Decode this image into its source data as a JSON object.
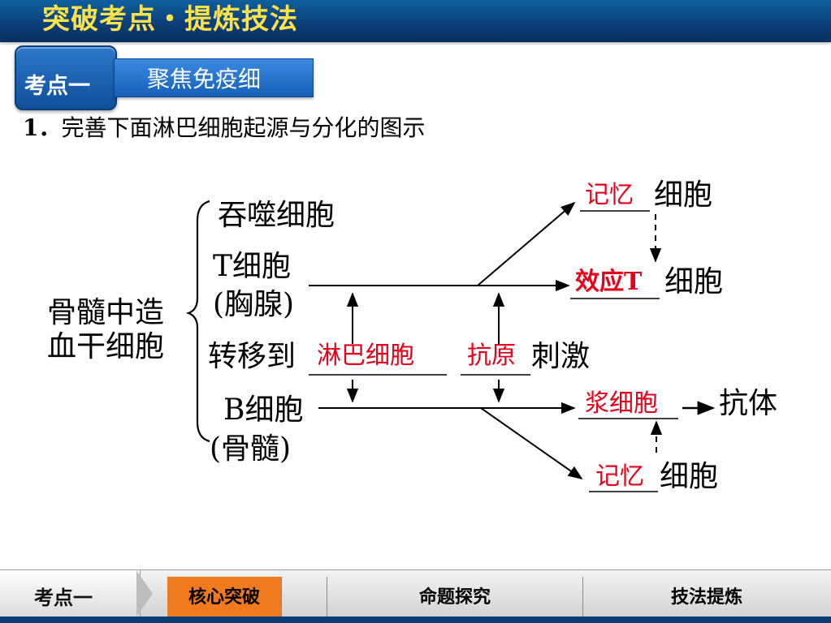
{
  "header": {
    "title": "突破考点・提炼技法"
  },
  "topic_tab": {
    "number": "考点一",
    "title": "聚焦免疫细"
  },
  "question": {
    "number": "1．",
    "text": "完善下面淋巴细胞起源与分化的图示"
  },
  "diagram": {
    "source": [
      "骨髓中造",
      "血干细胞"
    ],
    "phagocyte": "吞噬细胞",
    "t_cell": [
      "T细胞",
      "(胸腺)"
    ],
    "transfer_prefix": "转移到",
    "transfer_blank": "淋巴细胞",
    "antigen_blank": "抗原",
    "stimulus_suffix": "刺激",
    "b_cell": [
      "B细胞",
      "(骨髓)"
    ],
    "memory_t_blank": "记忆",
    "memory_t_suffix": "细胞",
    "effector_t_blank": "效应T",
    "effector_t_suffix": "细胞",
    "plasma_blank": "浆细胞",
    "antibody": "抗体",
    "memory_b_blank": "记忆",
    "memory_b_suffix": "细胞",
    "colors": {
      "answer": "#e6001a",
      "text": "#000000"
    }
  },
  "nav": {
    "home": "考点一",
    "items": [
      "核心突破",
      "命题探究",
      "技法提炼"
    ],
    "active_index": 0,
    "colors": {
      "active": "#f07a1e",
      "bar": "#0b3d73"
    }
  }
}
